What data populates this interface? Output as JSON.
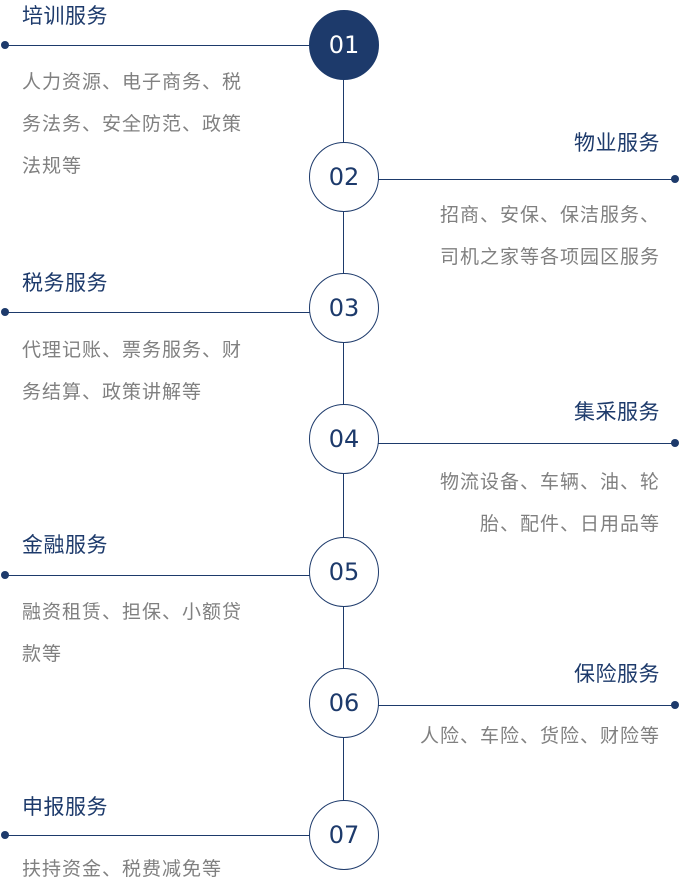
{
  "items": [
    {
      "num": "01",
      "title": "培训服务",
      "lines": [
        "人力资源、电子商务、税",
        "务法务、安全防范、政策",
        "法规等"
      ]
    },
    {
      "num": "02",
      "title": "物业服务",
      "lines": [
        "招商、安保、保洁服务、",
        "司机之家等各项园区服务"
      ]
    },
    {
      "num": "03",
      "title": "税务服务",
      "lines": [
        "代理记账、票务服务、财",
        "务结算、政策讲解等"
      ]
    },
    {
      "num": "04",
      "title": "集采服务",
      "lines": [
        "物流设备、车辆、油、轮",
        "胎、配件、日用品等"
      ]
    },
    {
      "num": "05",
      "title": "金融服务",
      "lines": [
        "融资租赁、担保、小额贷",
        "款等"
      ]
    },
    {
      "num": "06",
      "title": "保险服务",
      "lines": [
        "人险、车险、货险、财险等"
      ]
    },
    {
      "num": "07",
      "title": "申报服务",
      "lines": [
        "扶持资金、税费减免等"
      ]
    }
  ],
  "colors": {
    "primary": "#1d3a6b",
    "text_muted": "#808080"
  }
}
